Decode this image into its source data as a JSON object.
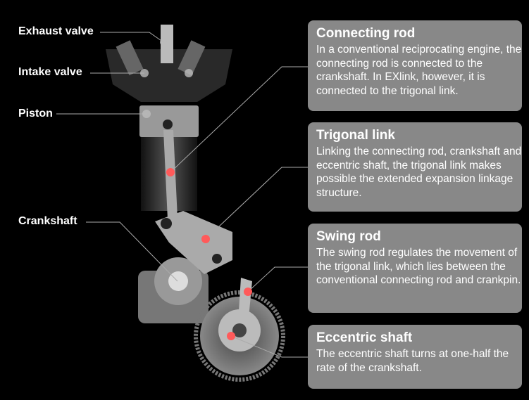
{
  "labels": {
    "exhaust_valve": "Exhaust valve",
    "intake_valve": "Intake valve",
    "piston": "Piston",
    "crankshaft": "Crankshaft"
  },
  "callouts": [
    {
      "title": "Connecting rod",
      "text": "In a conventional reciprocating engine, the connecting rod is connected to the crankshaft. In EXlink, however, it is connected to the trigonal link."
    },
    {
      "title": "Trigonal link",
      "text": "Linking the connecting rod, crankshaft and eccentric shaft, the trigonal link makes possible the extended expansion linkage structure."
    },
    {
      "title": "Swing rod",
      "text": "The swing rod regulates the movement of the trigonal link, which lies between the conventional connecting rod and crankpin."
    },
    {
      "title": "Eccentric shaft",
      "text": "The eccentric shaft turns at one-half the rate of the crankshaft."
    }
  ],
  "colors": {
    "marker": "#ff5a5a",
    "box": "#888888"
  }
}
